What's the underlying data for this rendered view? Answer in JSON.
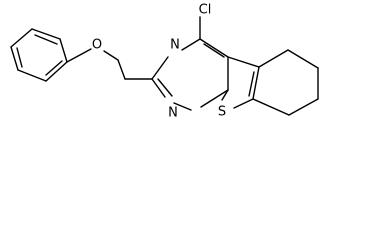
{
  "atoms": {
    "chlorine": "Cl",
    "oxygen": "O",
    "nitrogen_top": "N",
    "nitrogen_bottom": "N",
    "sulfur": "S"
  }
}
